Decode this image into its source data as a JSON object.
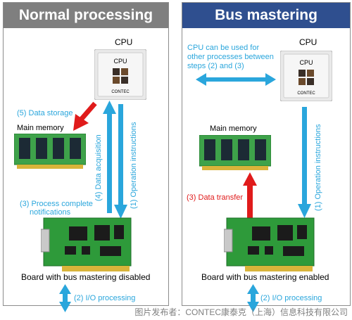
{
  "left": {
    "title": "Normal processing",
    "cpu_label": "CPU",
    "chip_text": "CPU",
    "chip_brand": "CONTEC",
    "main_memory": "Main memory",
    "step5": "(5) Data storage",
    "step4": "(4) Data acquisition",
    "step1": "(1) Operation instructions",
    "step3_line1": "(3) Process complete",
    "step3_line2": "notifications",
    "board_label": "Board with bus mastering disabled",
    "step2": "(2) I/O processing"
  },
  "right": {
    "title": "Bus mastering",
    "cpu_label": "CPU",
    "chip_text": "CPU",
    "chip_brand": "CONTEC",
    "note_line1": "CPU can be used for",
    "note_line2": "other processes between",
    "note_line3": "steps (2) and (3)",
    "main_memory": "Main memory",
    "data_transfer": "(3) Data transfer",
    "step1": "(1) Operation instructions",
    "board_label": "Board with bus mastering enabled",
    "step2": "(2) I/O processing"
  },
  "footer": "图片发布者：CONTEC康泰克（上海）信息科技有限公司",
  "colors": {
    "blue_arrow": "#2aa6dc",
    "red_arrow": "#e01b1b",
    "board_green": "#2e9a3a",
    "title_gray": "#7f7f7f",
    "title_navy": "#2f4f8f"
  }
}
